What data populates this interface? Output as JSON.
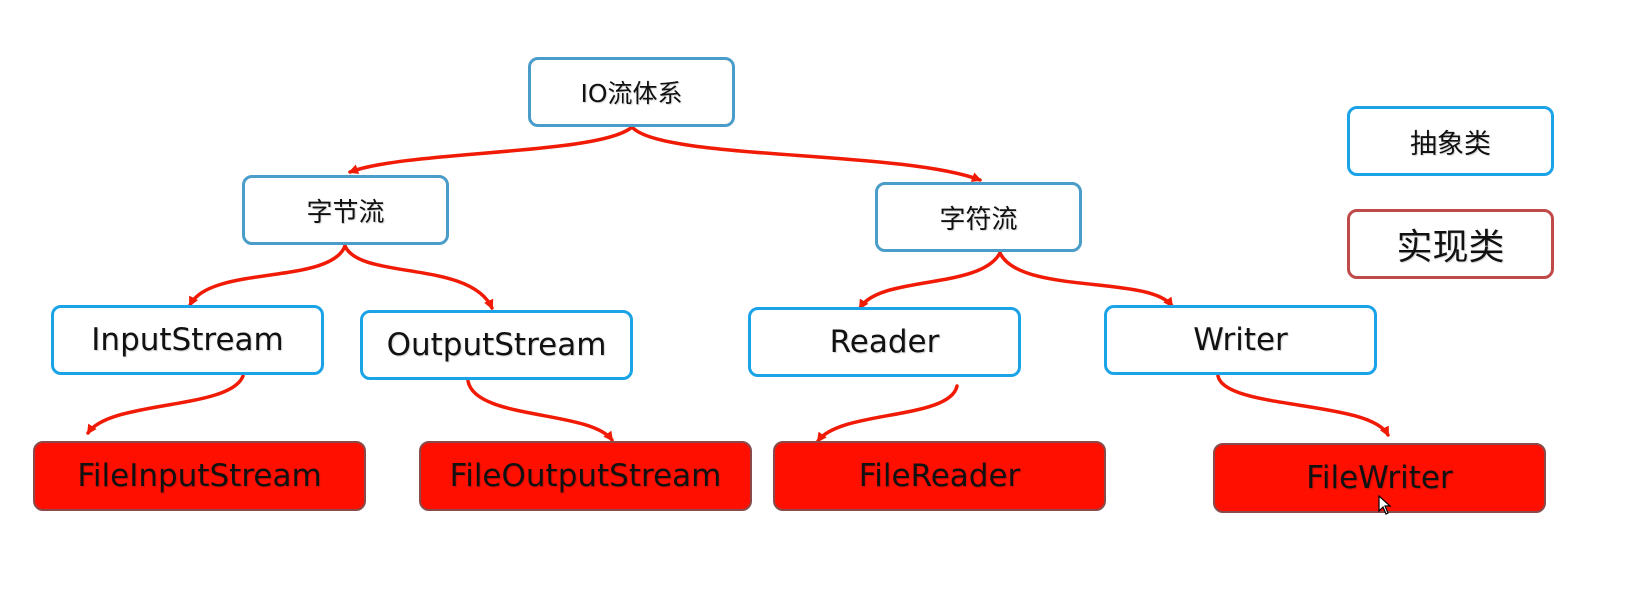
{
  "diagram": {
    "root": "IO流体系",
    "byte_stream": "字节流",
    "char_stream": "字符流",
    "abstract_classes": [
      "InputStream",
      "OutputStream",
      "Reader",
      "Writer"
    ],
    "impl_classes": [
      "FileInputStream",
      "FileOutputStream",
      "FileReader",
      "FileWriter"
    ]
  },
  "legend": {
    "abstract_label": "抽象类",
    "impl_label": "实现类"
  },
  "colors": {
    "abstract_border": "#1aa3e6",
    "impl_fill": "#ff0f00",
    "arrow": "#f01a05"
  }
}
